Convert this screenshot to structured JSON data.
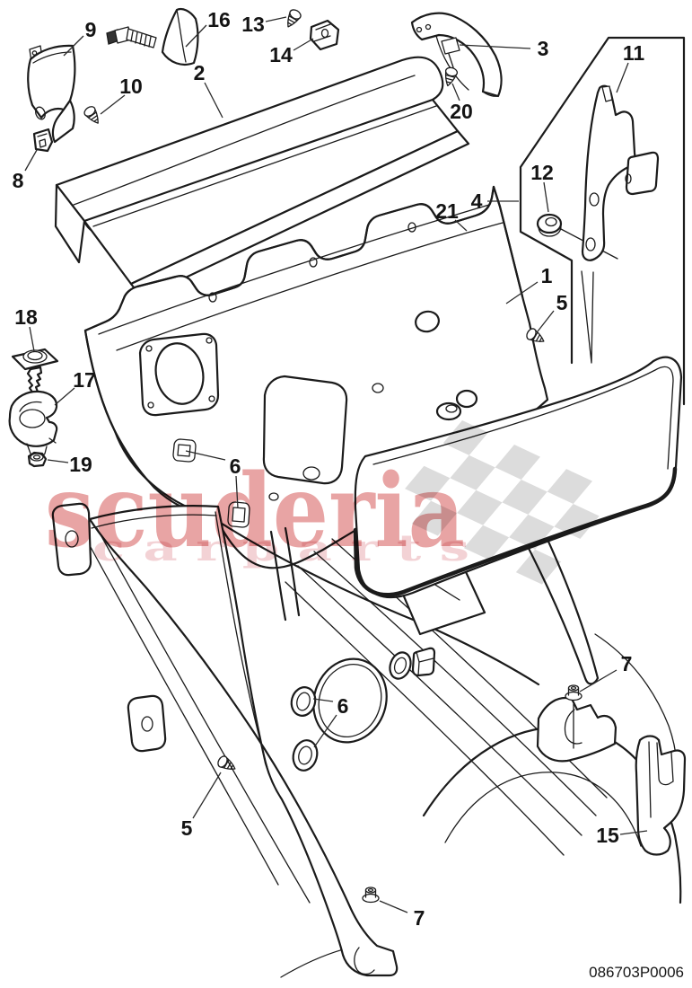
{
  "watermark": {
    "brand": "scuderia",
    "sub": "c a r   p a r t s"
  },
  "part_number": "086703P0006",
  "colors": {
    "line": "#1b1b1b",
    "background": "#ffffff",
    "watermark_red": "#e8a4a4",
    "watermark_pink": "#f3d2d5",
    "flag_gray": "#d8d8d8"
  },
  "callouts": [
    {
      "label": "9"
    },
    {
      "label": "16"
    },
    {
      "label": "13"
    },
    {
      "label": "14"
    },
    {
      "label": "3"
    },
    {
      "label": "2"
    },
    {
      "label": "10"
    },
    {
      "label": "20"
    },
    {
      "label": "11"
    },
    {
      "label": "8"
    },
    {
      "label": "12"
    },
    {
      "label": "4"
    },
    {
      "label": "21"
    },
    {
      "label": "18"
    },
    {
      "label": "1"
    },
    {
      "label": "5"
    },
    {
      "label": "17"
    },
    {
      "label": "19"
    },
    {
      "label": "6"
    },
    {
      "label": "6"
    },
    {
      "label": "7"
    },
    {
      "label": "5"
    },
    {
      "label": "15"
    },
    {
      "label": "7"
    }
  ]
}
